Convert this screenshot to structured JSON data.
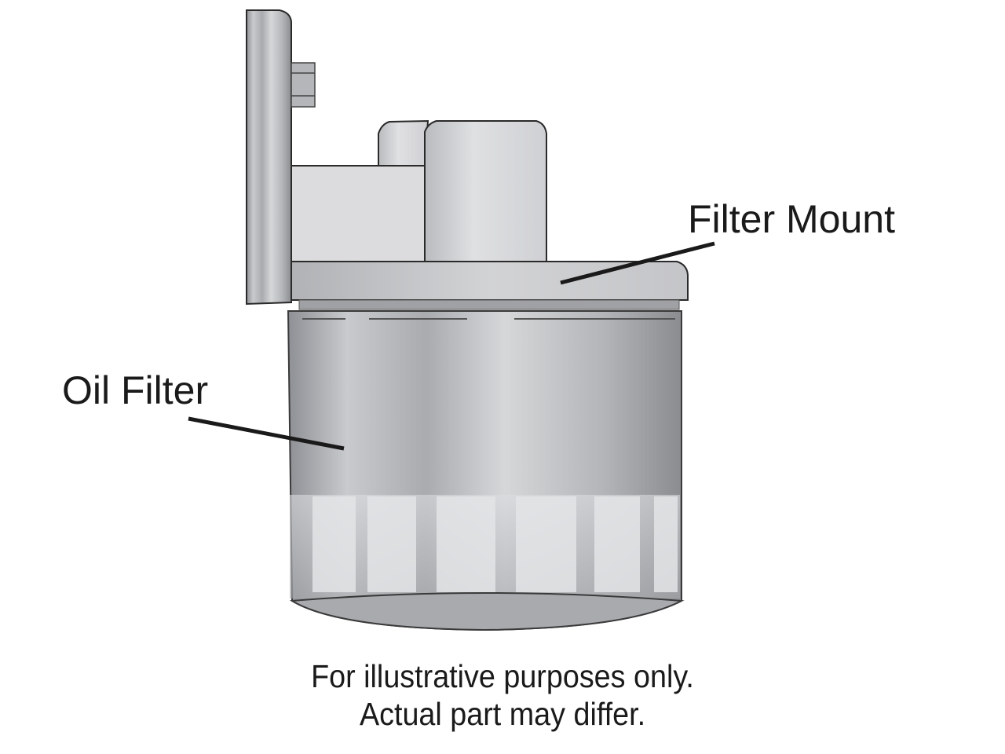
{
  "labels": {
    "filter_mount": "Filter Mount",
    "oil_filter": "Oil Filter"
  },
  "caption": {
    "line1": "For illustrative purposes only.",
    "line2": "Actual part may differ."
  }
}
